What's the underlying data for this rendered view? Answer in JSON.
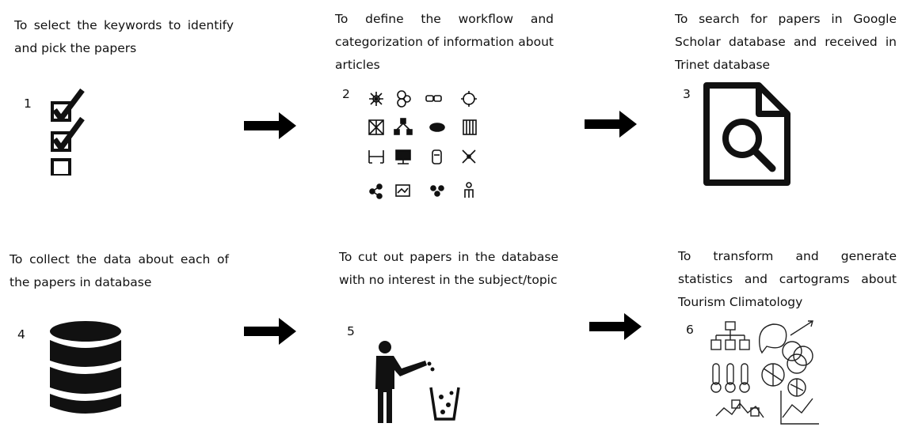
{
  "steps": [
    {
      "number": "1",
      "text": "To select the keywords to identify and pick the papers",
      "icon": "checklist-icon"
    },
    {
      "number": "2",
      "text": "To define the workflow and categorization of information about articles",
      "icon": "icon-grid"
    },
    {
      "number": "3",
      "text": "To search for papers in Google Scholar database and received in Trinet database",
      "icon": "document-search-icon"
    },
    {
      "number": "4",
      "text": "To collect the data about each of the papers in database",
      "icon": "database-icon"
    },
    {
      "number": "5",
      "text": "To cut out papers in the database with no interest in the subject/topic",
      "icon": "trash-person-icon"
    },
    {
      "number": "6",
      "text": "To transform and generate statistics and cartograms about Tourism Climatology",
      "icon": "statistics-sketch-icon"
    }
  ]
}
